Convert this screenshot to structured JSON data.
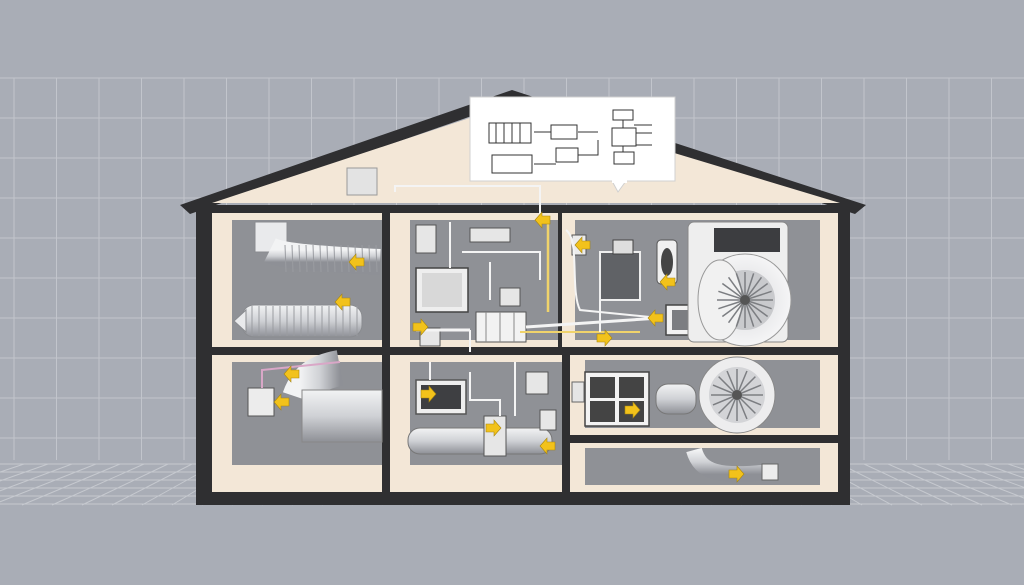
{
  "colors": {
    "background": "#a9adb6",
    "grid": "#c4c7ce",
    "house_outline": "#2f2f31",
    "wall_fill": "#f3e7d7",
    "room_back": "#8f9196",
    "duct_light": "#e7e8ea",
    "duct_shadow": "#9c9ea3",
    "pipe_white": "#f4f4f4",
    "pipe_yellow": "#f0d36b",
    "arrow_yellow": "#f2c21b",
    "pipe_pink": "#d9a7c7"
  },
  "icons": {
    "flow_arrow": "arrow-right-icon",
    "callout": "schematic-callout-icon",
    "fan": "fan-icon",
    "filter": "filter-icon"
  },
  "diagram": {
    "subject": "house-hvac-cutaway",
    "rooms": [
      "attic-left",
      "attic-center",
      "attic-right",
      "ground-left",
      "ground-center",
      "ground-right-upper",
      "ground-right-lower"
    ],
    "callout": {
      "has_text": false
    }
  }
}
